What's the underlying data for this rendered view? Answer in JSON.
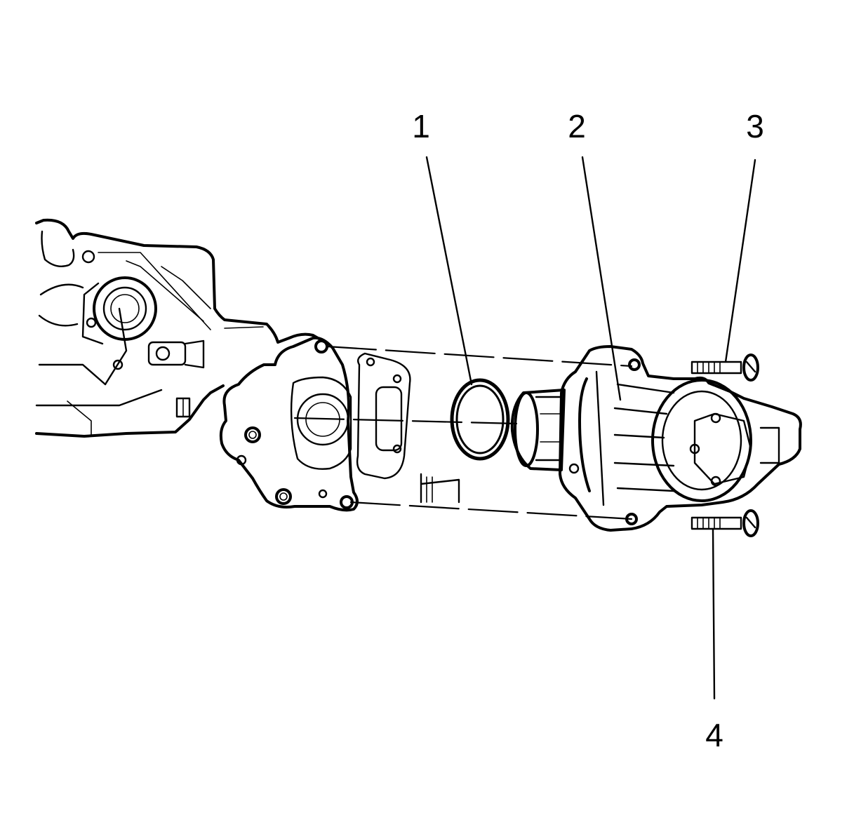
{
  "callouts": [
    {
      "id": 1,
      "label": "1"
    },
    {
      "id": 2,
      "label": "2"
    },
    {
      "id": 3,
      "label": "3"
    },
    {
      "id": 4,
      "label": "4"
    }
  ]
}
